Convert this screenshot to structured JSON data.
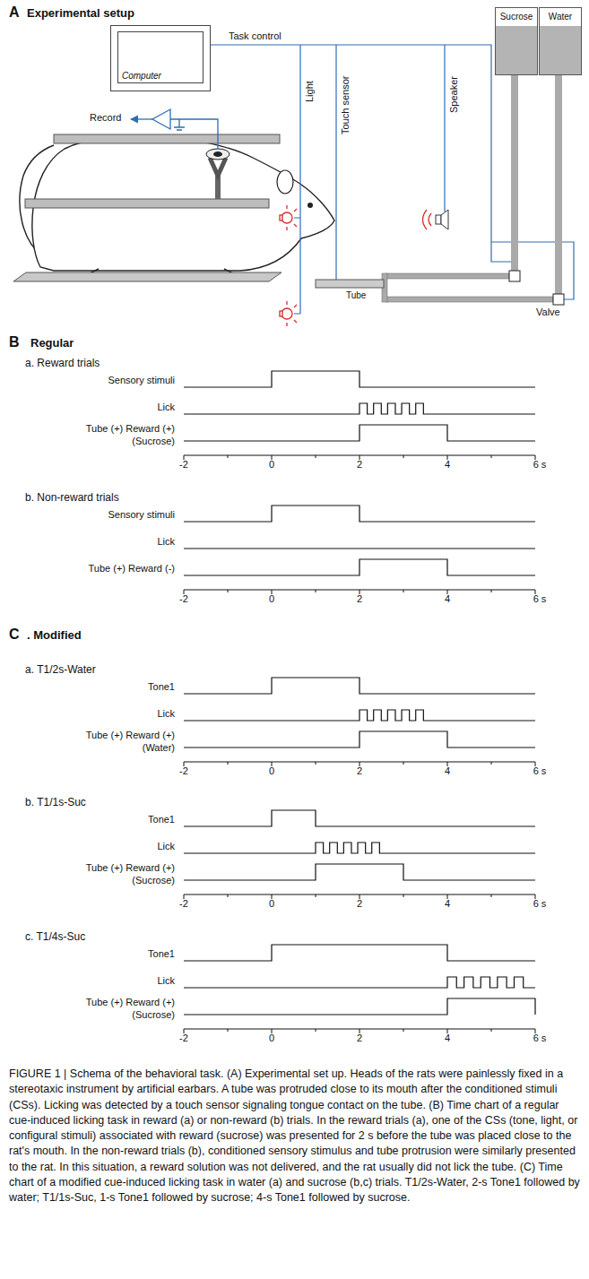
{
  "diagram": {
    "caption": "FIGURE 1 | Schema of the behavioral task. (A) Experimental set up. Heads of the rats were painlessly fixed in a stereotaxic instrument by artificial earbars. A tube was protruded close to its mouth after the conditioned stimuli (CSs). Licking was detected by a touch sensor signaling tongue contact on the tube. (B) Time chart of a regular cue-induced licking task in reward (a) or non-reward (b) trials. In the reward trials (a), one of the CSs (tone, light, or configural stimuli) associated with reward (sucrose) was presented for 2 s before the tube was placed close to the rat's mouth. In the non-reward trials (b), conditioned sensory stimulus and tube protrusion were similarly presented to the rat. In this situation, a reward solution was not delivered, and the rat usually did not lick the tube. (C) Time chart of a modified cue-induced licking task in water (a) and sucrose (b,c) trials. T1/2s-Water, 2-s Tone1 followed by water; T1/1s-Suc, 1-s Tone1 followed by sucrose; 4-s Tone1 followed by sucrose.",
    "nodes": [
      {
        "text": [
          "Computer"
        ]
      },
      {
        "text": [
          "Sucrose"
        ]
      },
      {
        "text": [
          "Water"
        ]
      }
    ],
    "labels": [
      "A",
      "Experimental setup",
      "Task control",
      "Record",
      "Light",
      "Touch sensor",
      "Speaker",
      "Tube",
      "Valve",
      "B",
      "Regular",
      "a. Reward trials",
      "Sensory stimuli",
      "Lick",
      "Tube (+) Reward (+)",
      "(Sucrose)",
      "-2",
      "0",
      "2",
      "4",
      "6 s",
      "b. Non-reward trials",
      "Sensory stimuli",
      "Lick",
      "Tube (+) Reward (-)",
      "-2",
      "0",
      "2",
      "4",
      "6 s",
      "C",
      ". Modified",
      "a. T1/2s-Water",
      "Tone1",
      "Lick",
      "Tube (+) Reward (+)",
      "(Water)",
      "-2",
      "0",
      "2",
      "4",
      "6 s",
      "b. T1/1s-Suc",
      "Tone1",
      "Lick",
      "Tube (+) Reward (+)",
      "(Sucrose)",
      "-2",
      "0",
      "2",
      "4",
      "6 s",
      "c. T1/4s-Suc",
      "Tone1",
      "Lick",
      "Tube (+) Reward (+)",
      "(Sucrose)",
      "-2",
      "0",
      "2",
      "4",
      "6 s"
    ]
  }
}
